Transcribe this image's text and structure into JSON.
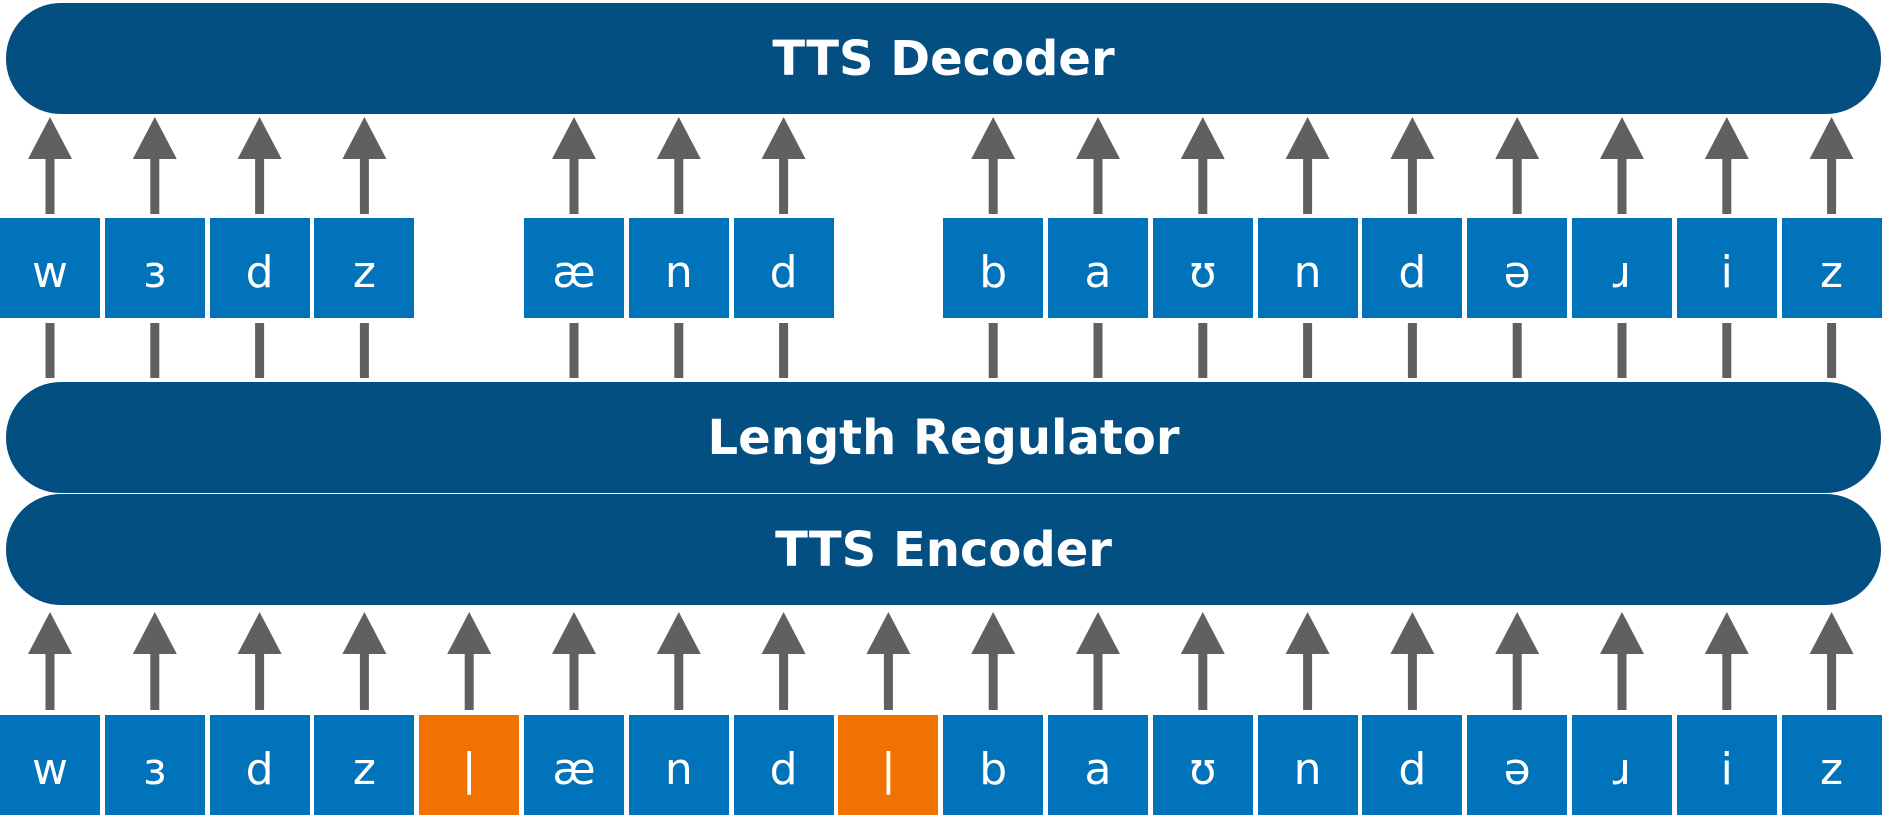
{
  "colors": {
    "bar": "#034f82",
    "phone_tile": "#0173bb",
    "separator_tile": "#f07302",
    "arrow": "#606060"
  },
  "blocks": {
    "decoder": "TTS Decoder",
    "length_regulator": "Length Regulator",
    "encoder": "TTS Encoder"
  },
  "input_tokens": [
    {
      "symbol": "w",
      "kind": "phone"
    },
    {
      "symbol": "ɜ",
      "kind": "phone"
    },
    {
      "symbol": "d",
      "kind": "phone"
    },
    {
      "symbol": "z",
      "kind": "phone"
    },
    {
      "symbol": "|",
      "kind": "separator"
    },
    {
      "symbol": "æ",
      "kind": "phone"
    },
    {
      "symbol": "n",
      "kind": "phone"
    },
    {
      "symbol": "d",
      "kind": "phone"
    },
    {
      "symbol": "|",
      "kind": "separator"
    },
    {
      "symbol": "b",
      "kind": "phone"
    },
    {
      "symbol": "a",
      "kind": "phone"
    },
    {
      "symbol": "ʊ",
      "kind": "phone"
    },
    {
      "symbol": "n",
      "kind": "phone"
    },
    {
      "symbol": "d",
      "kind": "phone"
    },
    {
      "symbol": "ə",
      "kind": "phone"
    },
    {
      "symbol": "ɹ",
      "kind": "phone"
    },
    {
      "symbol": "i",
      "kind": "phone"
    },
    {
      "symbol": "z",
      "kind": "phone"
    }
  ],
  "output_tokens": [
    {
      "symbol": "w",
      "kind": "phone"
    },
    {
      "symbol": "ɜ",
      "kind": "phone"
    },
    {
      "symbol": "d",
      "kind": "phone"
    },
    {
      "symbol": "z",
      "kind": "phone"
    },
    {
      "symbol": "",
      "kind": "gap"
    },
    {
      "symbol": "æ",
      "kind": "phone"
    },
    {
      "symbol": "n",
      "kind": "phone"
    },
    {
      "symbol": "d",
      "kind": "phone"
    },
    {
      "symbol": "",
      "kind": "gap"
    },
    {
      "symbol": "b",
      "kind": "phone"
    },
    {
      "symbol": "a",
      "kind": "phone"
    },
    {
      "symbol": "ʊ",
      "kind": "phone"
    },
    {
      "symbol": "n",
      "kind": "phone"
    },
    {
      "symbol": "d",
      "kind": "phone"
    },
    {
      "symbol": "ə",
      "kind": "phone"
    },
    {
      "symbol": "ɹ",
      "kind": "phone"
    },
    {
      "symbol": "i",
      "kind": "phone"
    },
    {
      "symbol": "z",
      "kind": "phone"
    }
  ]
}
